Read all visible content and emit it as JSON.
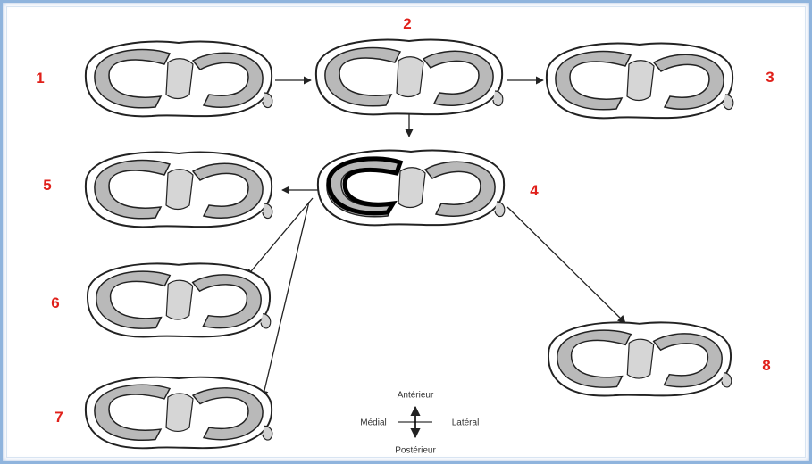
{
  "panel_numbers": [
    "1",
    "2",
    "3",
    "4",
    "5",
    "6",
    "7",
    "8"
  ],
  "orientation": {
    "anterior": "Antérieur",
    "posterior": "Postérieur",
    "medial": "Médial",
    "lateral": "Latéral"
  },
  "colors": {
    "number_label": "#e0201a",
    "tissue_fill": "#b9b9b9",
    "outline": "#222222",
    "frame_border": "#8fb4dd"
  }
}
